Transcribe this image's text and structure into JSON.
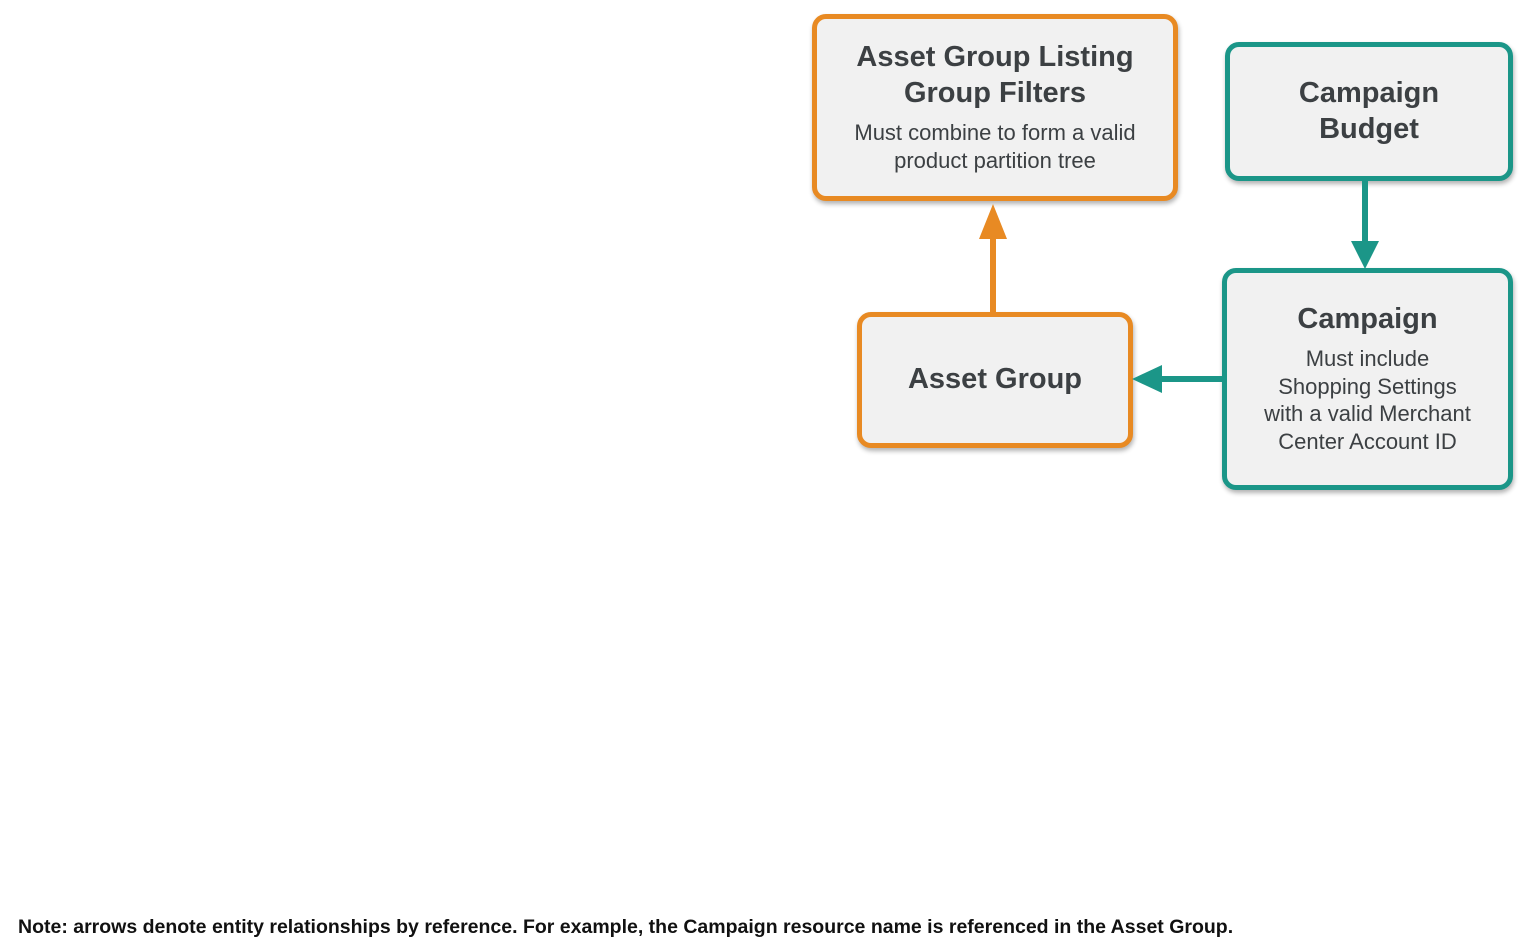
{
  "diagram": {
    "nodes": [
      {
        "id": "asset-group-listing-group-filters",
        "title": "Asset Group Listing\nGroup Filters",
        "subtitle": "Must combine to form a valid\nproduct partition tree",
        "accent": "orange"
      },
      {
        "id": "campaign-budget",
        "title": "Campaign\nBudget",
        "subtitle": "",
        "accent": "teal"
      },
      {
        "id": "asset-group",
        "title": "Asset Group",
        "subtitle": "",
        "accent": "orange"
      },
      {
        "id": "campaign",
        "title": "Campaign",
        "subtitle": "Must include\nShopping Settings\nwith a valid Merchant\nCenter Account ID",
        "accent": "teal"
      }
    ],
    "edges": [
      {
        "from": "asset-group",
        "to": "asset-group-listing-group-filters",
        "color": "#E88A23",
        "direction": "up"
      },
      {
        "from": "campaign-budget",
        "to": "campaign",
        "color": "#1B9688",
        "direction": "down"
      },
      {
        "from": "campaign",
        "to": "asset-group",
        "color": "#1B9688",
        "direction": "left"
      }
    ],
    "colors": {
      "orange_accent": "#E88A23",
      "teal_accent": "#1B9688",
      "node_fill": "#F1F1F1",
      "node_text": "#3C4043",
      "note_text": "#111111",
      "background": "#FFFFFF"
    }
  },
  "note": "Note: arrows denote entity relationships by reference. For example, the Campaign resource name is referenced in the Asset Group."
}
